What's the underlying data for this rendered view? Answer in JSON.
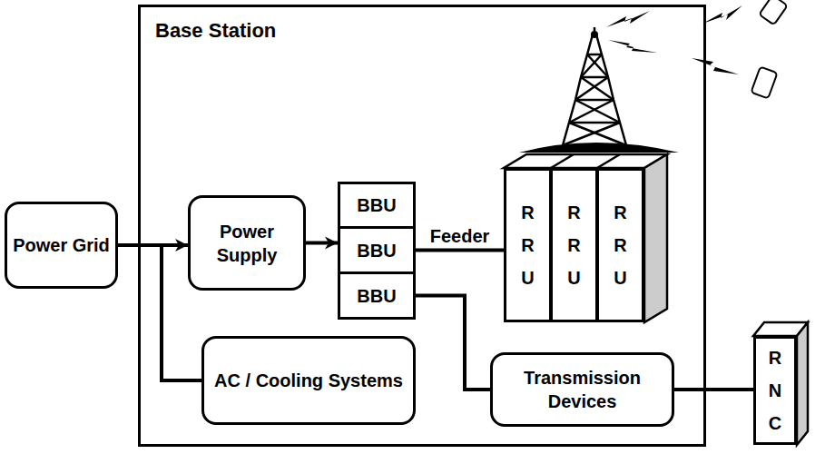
{
  "diagram": {
    "nodes": [
      {
        "text": [
          "Power Grid"
        ]
      },
      {
        "text": [
          "Base Station"
        ]
      },
      {
        "text": [
          "Power Supply"
        ],
        "in": 1
      },
      {
        "text": [
          "BBU"
        ],
        "in": 1
      },
      {
        "text": [
          "BBU"
        ],
        "in": 1
      },
      {
        "text": [
          "BBU"
        ],
        "in": 1
      },
      {
        "text": [
          "RRU"
        ],
        "in": 1
      },
      {
        "text": [
          "RRU"
        ],
        "in": 1
      },
      {
        "text": [
          "RRU"
        ],
        "in": 1
      },
      {
        "text": [
          "AC / Cooling Systems"
        ],
        "in": 1
      },
      {
        "text": [
          "Transmission Devices"
        ],
        "in": 1
      },
      {
        "text": [
          "RNC"
        ]
      }
    ],
    "edges": [
      {
        "from": 0,
        "to": 2,
        "arrow": "to"
      },
      {
        "from": 0,
        "to": 9,
        "arrow": "none"
      },
      {
        "from": 2,
        "to": 4,
        "arrow": "to"
      },
      {
        "from": 4,
        "to": 6,
        "label": "Feeder",
        "arrow": "none"
      },
      {
        "from": 5,
        "to": 10,
        "arrow": "none"
      },
      {
        "from": 10,
        "to": 11,
        "arrow": "none"
      }
    ]
  }
}
